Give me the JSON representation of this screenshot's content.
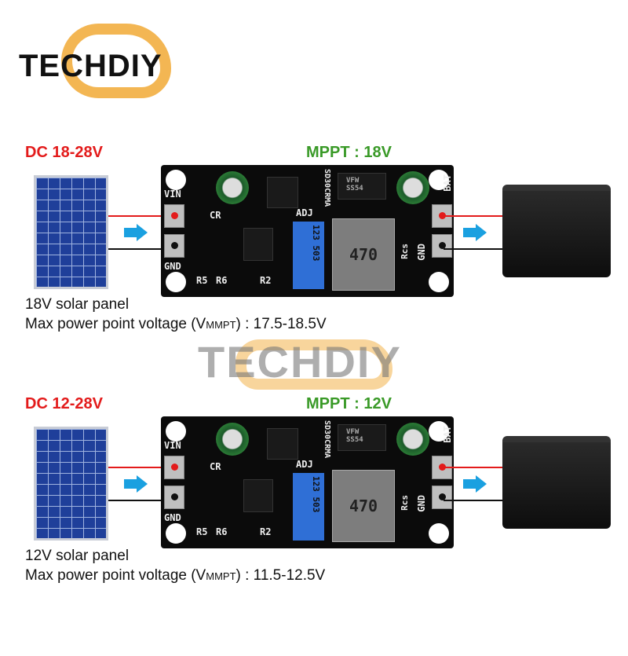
{
  "logo": {
    "text": "TECHDIY"
  },
  "watermark": {
    "text": "TECHDIY"
  },
  "colors": {
    "input_label": "#e31b1b",
    "mppt_label": "#3a9a28",
    "arrow": "#1aa0e0",
    "positive_wire": "#e31b1b",
    "negative_wire": "#111111"
  },
  "board_labels": {
    "vin": "VIN",
    "gnd_in": "GND",
    "cr": "CR",
    "r5": "R5",
    "r6": "R6",
    "r2": "R2",
    "adj": "ADJ",
    "rcs": "Rcs",
    "bat": "BAT",
    "gnd_out": "GND",
    "model": "SD30CRMA",
    "diode": "VFW SS54",
    "inductor": "470",
    "pot": "123 503"
  },
  "sections": [
    {
      "input_range": "DC 18-28V",
      "mppt": "MPPT : 18V",
      "panel": "18V solar panel",
      "vmp_prefix": "Max power point voltage (V",
      "vmp_sub": "MMPT",
      "vmp_suffix": ") : 17.5-18.5V"
    },
    {
      "input_range": "DC 12-28V",
      "mppt": "MPPT : 12V",
      "panel": "12V solar panel",
      "vmp_prefix": "Max power point voltage (V",
      "vmp_sub": "MMPT",
      "vmp_suffix": ") : 11.5-12.5V"
    }
  ]
}
